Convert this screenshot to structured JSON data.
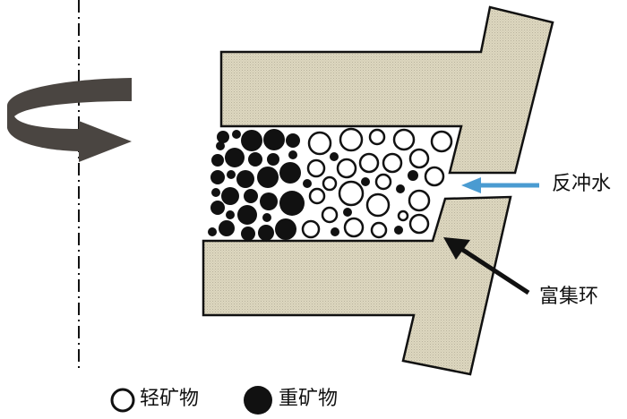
{
  "labels": {
    "backwash_water": "反冲水",
    "enrichment_ring": "富集环"
  },
  "legend": {
    "light_mineral": "轻矿物",
    "heavy_mineral": "重矿物"
  },
  "colors": {
    "ring_fill": "#d9d3bb",
    "water_arrow": "#4a9bd1",
    "rotation_arrow": "#4a4541",
    "particle": "#111111"
  },
  "particles": {
    "heavy": [
      [
        249,
        153,
        7
      ],
      [
        264,
        150,
        5
      ],
      [
        281,
        157,
        12
      ],
      [
        306,
        156,
        12
      ],
      [
        327,
        157,
        8
      ],
      [
        246,
        163,
        5
      ],
      [
        262,
        176,
        11
      ],
      [
        243,
        179,
        7
      ],
      [
        285,
        178,
        8
      ],
      [
        305,
        178,
        7
      ],
      [
        327,
        173,
        5
      ],
      [
        243,
        198,
        8
      ],
      [
        258,
        195,
        5
      ],
      [
        274,
        200,
        10
      ],
      [
        299,
        198,
        12
      ],
      [
        324,
        193,
        12
      ],
      [
        241,
        215,
        5
      ],
      [
        257,
        219,
        10
      ],
      [
        280,
        219,
        8
      ],
      [
        300,
        225,
        10
      ],
      [
        326,
        227,
        14
      ],
      [
        243,
        232,
        8
      ],
      [
        257,
        240,
        5
      ],
      [
        276,
        240,
        11
      ],
      [
        298,
        243,
        5
      ],
      [
        237,
        259,
        5
      ],
      [
        253,
        255,
        9
      ],
      [
        277,
        261,
        8
      ],
      [
        297,
        260,
        9
      ],
      [
        319,
        256,
        12
      ],
      [
        373,
        175,
        5
      ],
      [
        343,
        205,
        5
      ],
      [
        408,
        203,
        5
      ],
      [
        461,
        196,
        6
      ],
      [
        447,
        211,
        5
      ],
      [
        388,
        237,
        5
      ],
      [
        374,
        259,
        5
      ],
      [
        445,
        257,
        5
      ]
    ],
    "light": [
      [
        357,
        160,
        12
      ],
      [
        392,
        156,
        12
      ],
      [
        421,
        153,
        8
      ],
      [
        451,
        156,
        11
      ],
      [
        493,
        158,
        11
      ],
      [
        353,
        188,
        9
      ],
      [
        387,
        188,
        10
      ],
      [
        412,
        182,
        10
      ],
      [
        438,
        182,
        10
      ],
      [
        468,
        177,
        10
      ],
      [
        485,
        197,
        10
      ],
      [
        368,
        205,
        7
      ],
      [
        428,
        203,
        8
      ],
      [
        392,
        216,
        13
      ],
      [
        354,
        219,
        8
      ],
      [
        422,
        229,
        12
      ],
      [
        468,
        224,
        11
      ],
      [
        368,
        240,
        8
      ],
      [
        450,
        241,
        5
      ],
      [
        347,
        256,
        9
      ],
      [
        395,
        254,
        10
      ],
      [
        423,
        257,
        8
      ],
      [
        468,
        250,
        10
      ]
    ]
  }
}
